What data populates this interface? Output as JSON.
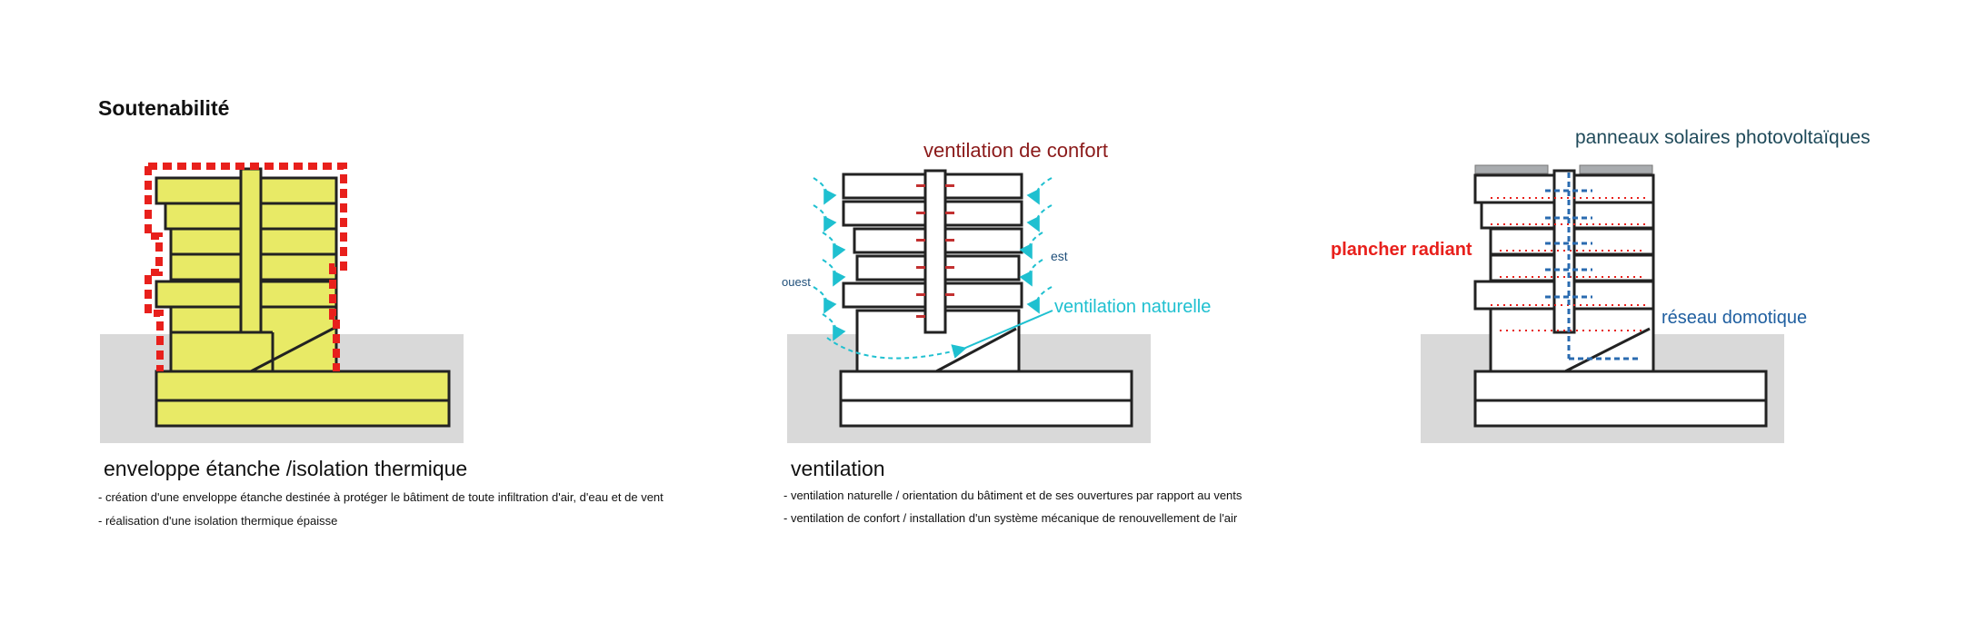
{
  "page": {
    "title": "Soutenabilité"
  },
  "panels": [
    {
      "heading": "enveloppe étanche /isolation thermique",
      "bullets": [
        "- création d'une enveloppe étanche destinée à protéger le bâtiment de toute infiltration d'air, d'eau et de vent",
        "- réalisation d'une isolation thermique épaisse"
      ]
    },
    {
      "heading": "ventilation",
      "bullets": [
        "- ventilation naturelle / orientation du bâtiment et de ses ouvertures par rapport au vents",
        "-  ventilation de confort / installation d'un système mécanique de renouvellement de l'air"
      ],
      "labels": {
        "comfort": "ventilation de confort",
        "natural": "ventilation naturelle",
        "west": "ouest",
        "east": "est"
      }
    },
    {
      "labels": {
        "solar": "panneaux solaires photovoltaïques",
        "floor": "plancher radiant",
        "network": "réseau domotique"
      }
    }
  ],
  "colors": {
    "insulation": "#e8ea66",
    "envelope_dash": "#e8201c",
    "ground": "#d9d9d9",
    "comfort_label": "#8b1a1a",
    "natural_label": "#1fc0d0",
    "orientation_label": "#1f4f7a",
    "solar_label": "#1f4a5a",
    "floor_label": "#e8201c",
    "network_label": "#1f5fa0",
    "network_line": "#2a6bb0"
  }
}
